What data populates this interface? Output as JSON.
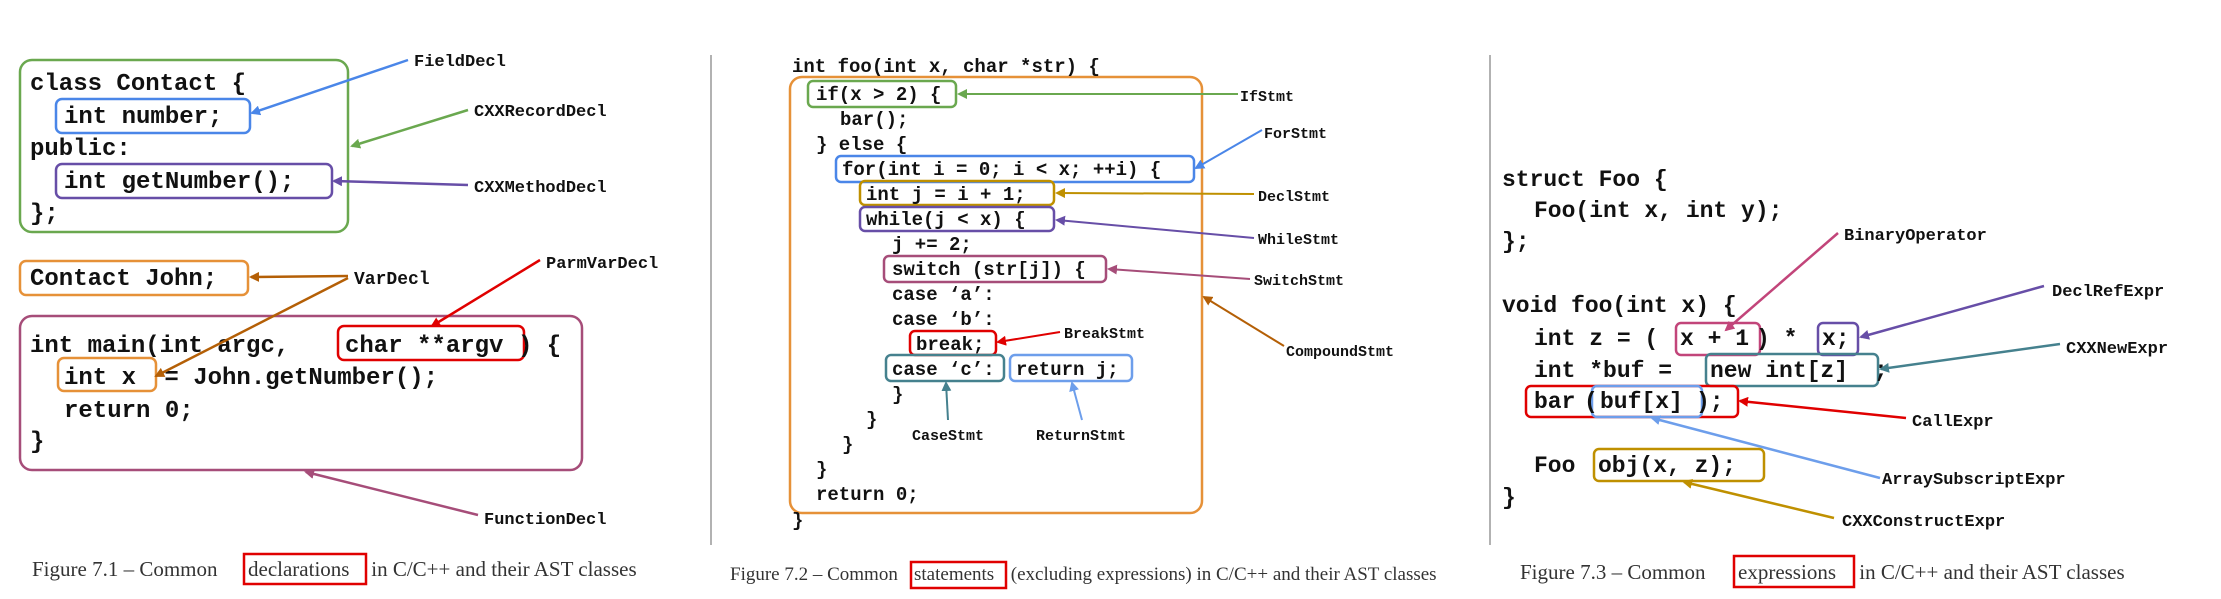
{
  "colors": {
    "green": "#6aa84f",
    "blue": "#4a86e8",
    "purple": "#674ea7",
    "orange": "#e69138",
    "dark_orange": "#b45f06",
    "magenta": "#a64d79",
    "red": "#e00000",
    "gold": "#bf9000",
    "teal": "#45818e",
    "light_blue": "#6d9eeb",
    "pink": "#c2457a"
  },
  "fig1": {
    "code": {
      "l1": "class Contact {",
      "l2": "int number;",
      "l3": "public:",
      "l4": "int getNumber();",
      "l5": "};",
      "l6": "Contact John;",
      "l7a": "int main(int argc, ",
      "l7b": "char **argv",
      "l7c": ") {",
      "l8a": "int x",
      "l8b": " = John.getNumber();",
      "l9": "return 0;",
      "l10": "}"
    },
    "labels": {
      "field": "FieldDecl",
      "record": "CXXRecordDecl",
      "method": "CXXMethodDecl",
      "var": "VarDecl",
      "parm": "ParmVarDecl",
      "func": "FunctionDecl"
    },
    "caption": {
      "pre": "Figure 7.1 – Common ",
      "key": "declarations",
      "post": " in C/C++ and their AST classes"
    }
  },
  "fig2": {
    "code": {
      "l1": "int foo(int x, char *str) {",
      "l2": "if(x > 2) {",
      "l3": "bar();",
      "l4": "} else {",
      "l5": "for(int i = 0; i < x; ++i) {",
      "l6": "int j = i + 1;",
      "l7": "while(j < x) {",
      "l8": "j += 2;",
      "l9": "switch (str[j]) {",
      "l10": "case ‘a’:",
      "l11": "case ‘b’:",
      "l12": "break;",
      "l13": "case ‘c’:",
      "l14": "return j;",
      "l15": "}",
      "l16": "}",
      "l17": "}",
      "l18": "}",
      "l19": "return 0;",
      "l20": "}"
    },
    "labels": {
      "ifstmt": "IfStmt",
      "forstmt": "ForStmt",
      "declstmt": "DeclStmt",
      "whilestmt": "WhileStmt",
      "switchstmt": "SwitchStmt",
      "compound": "CompoundStmt",
      "breakstmt": "BreakStmt",
      "casestmt": "CaseStmt",
      "returnstmt": "ReturnStmt"
    },
    "caption": {
      "pre": "Figure 7.2 – Common ",
      "key": "statements",
      "post": " (excluding expressions) in C/C++ and their AST classes"
    }
  },
  "fig3": {
    "code": {
      "l1": "struct Foo {",
      "l2": "Foo(int x, int y);",
      "l3": "};",
      "l4": "void foo(int x) {",
      "l5a": "int z = (",
      "l5b": "x + 1",
      "l5c": ") * ",
      "l5d": "x;",
      "l6a": "int *buf = ",
      "l6b": "new int[z]",
      "l6c": ";",
      "l7a": "bar",
      "l7b": "(",
      "l7c": "buf[x]",
      "l7d": ");",
      "l8a": "Foo ",
      "l8b": "obj(x, z);",
      "l9": "}"
    },
    "labels": {
      "binop": "BinaryOperator",
      "declref": "DeclRefExpr",
      "newexpr": "CXXNewExpr",
      "call": "CallExpr",
      "array": "ArraySubscriptExpr",
      "construct": "CXXConstructExpr"
    },
    "caption": {
      "pre": "Figure 7.3 – Common ",
      "key": "expressions",
      "post": " in C/C++ and their AST classes"
    }
  }
}
